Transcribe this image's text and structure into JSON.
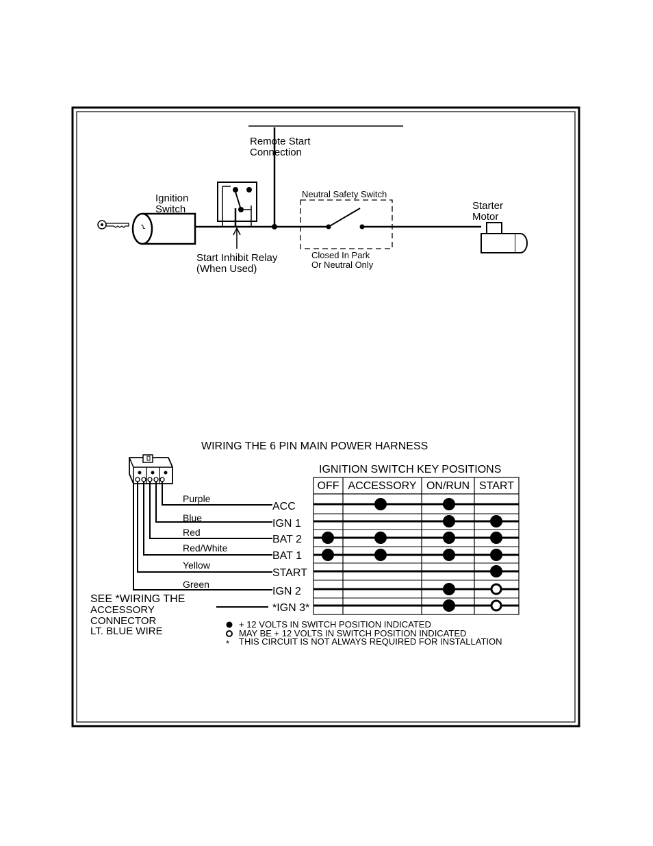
{
  "top_diagram": {
    "remote_start": [
      "Remote Start",
      "Connection"
    ],
    "ignition_switch": [
      "Ignition",
      "Switch"
    ],
    "start_inhibit": [
      "Start Inhibit Relay",
      "(When Used)"
    ],
    "neutral_safety": "Neutral Safety Switch",
    "closed_in": [
      "Closed In Park",
      "Or Neutral Only"
    ],
    "starter_motor": [
      "Starter",
      "Motor"
    ]
  },
  "harness": {
    "title": "WIRING THE 6 PIN MAIN POWER HARNESS",
    "key_positions_title": "IGNITION SWITCH KEY POSITIONS",
    "columns": [
      "OFF",
      "ACCESSORY",
      "ON/RUN",
      "START"
    ],
    "rows": [
      {
        "wire": "Purple",
        "circuit": "ACC",
        "states": [
          "",
          "filled",
          "filled",
          ""
        ]
      },
      {
        "wire": "Blue",
        "circuit": "IGN 1",
        "states": [
          "",
          "",
          "filled",
          "filled"
        ]
      },
      {
        "wire": "Red",
        "circuit": "BAT 2",
        "states": [
          "filled",
          "filled",
          "filled",
          "filled"
        ]
      },
      {
        "wire": "Red/White",
        "circuit": "BAT 1",
        "states": [
          "filled",
          "filled",
          "filled",
          "filled"
        ]
      },
      {
        "wire": "Yellow",
        "circuit": "START",
        "states": [
          "",
          "",
          "",
          "filled"
        ]
      },
      {
        "wire": "Green",
        "circuit": "IGN 2",
        "states": [
          "",
          "",
          "filled",
          "hollow"
        ]
      },
      {
        "wire": "",
        "circuit": "*IGN 3*",
        "states": [
          "",
          "",
          "filled",
          "hollow"
        ]
      }
    ],
    "see_note": [
      "SEE *WIRING THE",
      "ACCESSORY",
      "CONNECTOR",
      "LT. BLUE WIRE"
    ],
    "legend": [
      {
        "symbol": "filled-dot",
        "text": "+ 12 VOLTS IN SWITCH POSITION INDICATED"
      },
      {
        "symbol": "hollow-dot",
        "text": "MAY BE + 12 VOLTS IN SWITCH POSITION INDICATED"
      },
      {
        "symbol": "asterisk",
        "symbol_text": "*",
        "text": "THIS CIRCUIT IS NOT ALWAYS REQUIRED FOR INSTALLATION"
      }
    ]
  }
}
